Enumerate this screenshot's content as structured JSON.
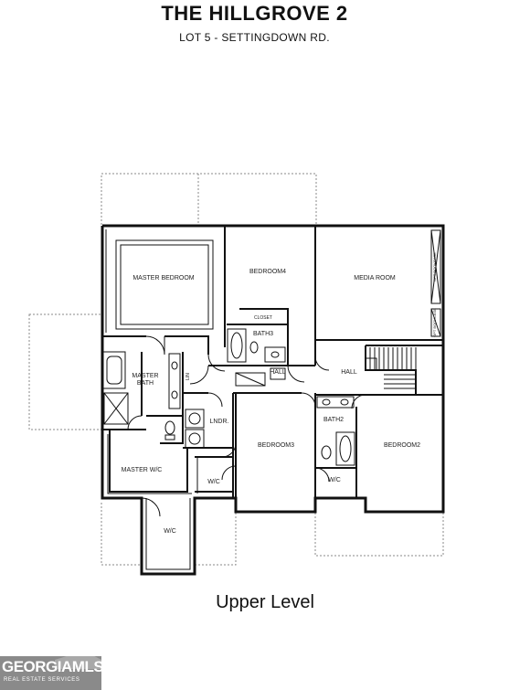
{
  "header": {
    "title": "THE HILLGROVE 2",
    "subtitle": "LOT 5 - SETTINGDOWN RD."
  },
  "rooms": {
    "master_bedroom": "MASTER BEDROOM",
    "bedroom4": "BEDROOM4",
    "media_room": "MEDIA ROOM",
    "closet": "CLOSET",
    "bath3": "BATH3",
    "master_bath": "MASTER BATH",
    "linen": "LIN",
    "hall_left": "HALL",
    "hall_right": "HALL",
    "laundry": "LNDR.",
    "bath2": "BATH2",
    "bedroom3": "BEDROOM3",
    "bedroom2": "BEDROOM2",
    "master_wic": "MASTER W/C",
    "wic_small_left": "W/C",
    "wic_small_right": "W/C",
    "wic_lower": "W/C",
    "optional_bookcase_top": "OPT BOOKCASE",
    "optional_bookcase_bottom": "OPT BOOKCASE"
  },
  "footer": {
    "level": "Upper Level"
  },
  "logo": {
    "main": "GEORGIAMLS",
    "sub": "REAL ESTATE SERVICES"
  }
}
